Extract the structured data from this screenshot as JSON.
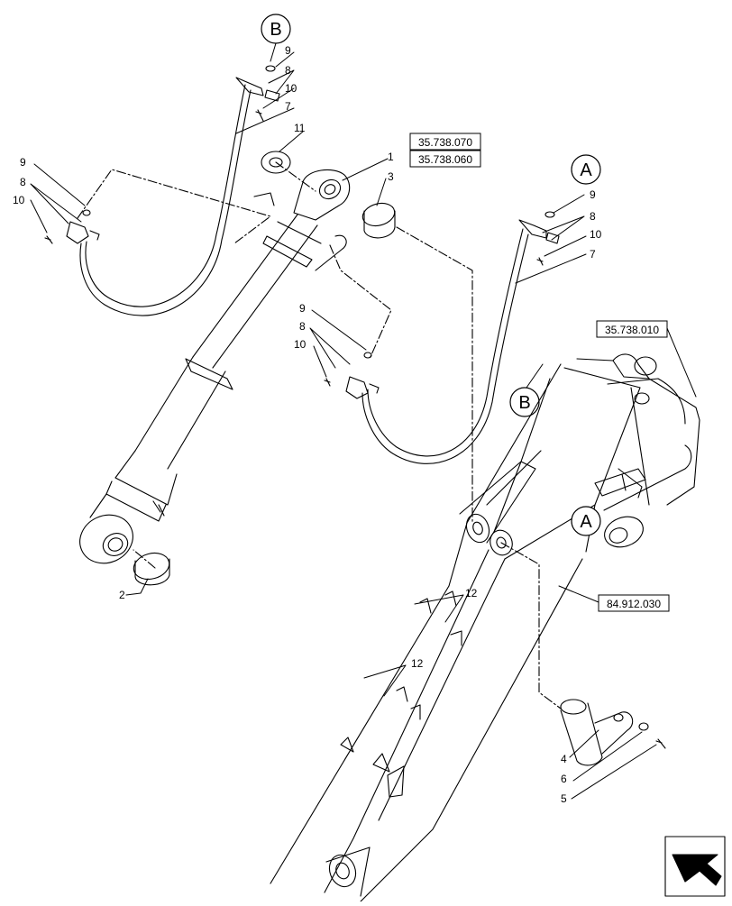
{
  "callouts": {
    "c1": "1",
    "c2": "2",
    "c3": "3",
    "c4": "4",
    "c5": "5",
    "c6": "6",
    "c7a": "7",
    "c7b": "7",
    "c8a": "8",
    "c8b": "8",
    "c8c": "8",
    "c8d": "8",
    "c9a": "9",
    "c9b": "9",
    "c9c": "9",
    "c9d": "9",
    "c10a": "10",
    "c10b": "10",
    "c10c": "10",
    "c10d": "10",
    "c11": "11",
    "c12a": "12",
    "c12b": "12"
  },
  "references": {
    "r1": "35.738.070",
    "r2": "35.738.060",
    "r3": "35.738.010",
    "r4": "84.912.030"
  },
  "markers": {
    "b_top": "B",
    "a_top": "A",
    "b_mid": "B",
    "a_mid": "A"
  },
  "icons": {
    "nav": "arrow-icon"
  }
}
